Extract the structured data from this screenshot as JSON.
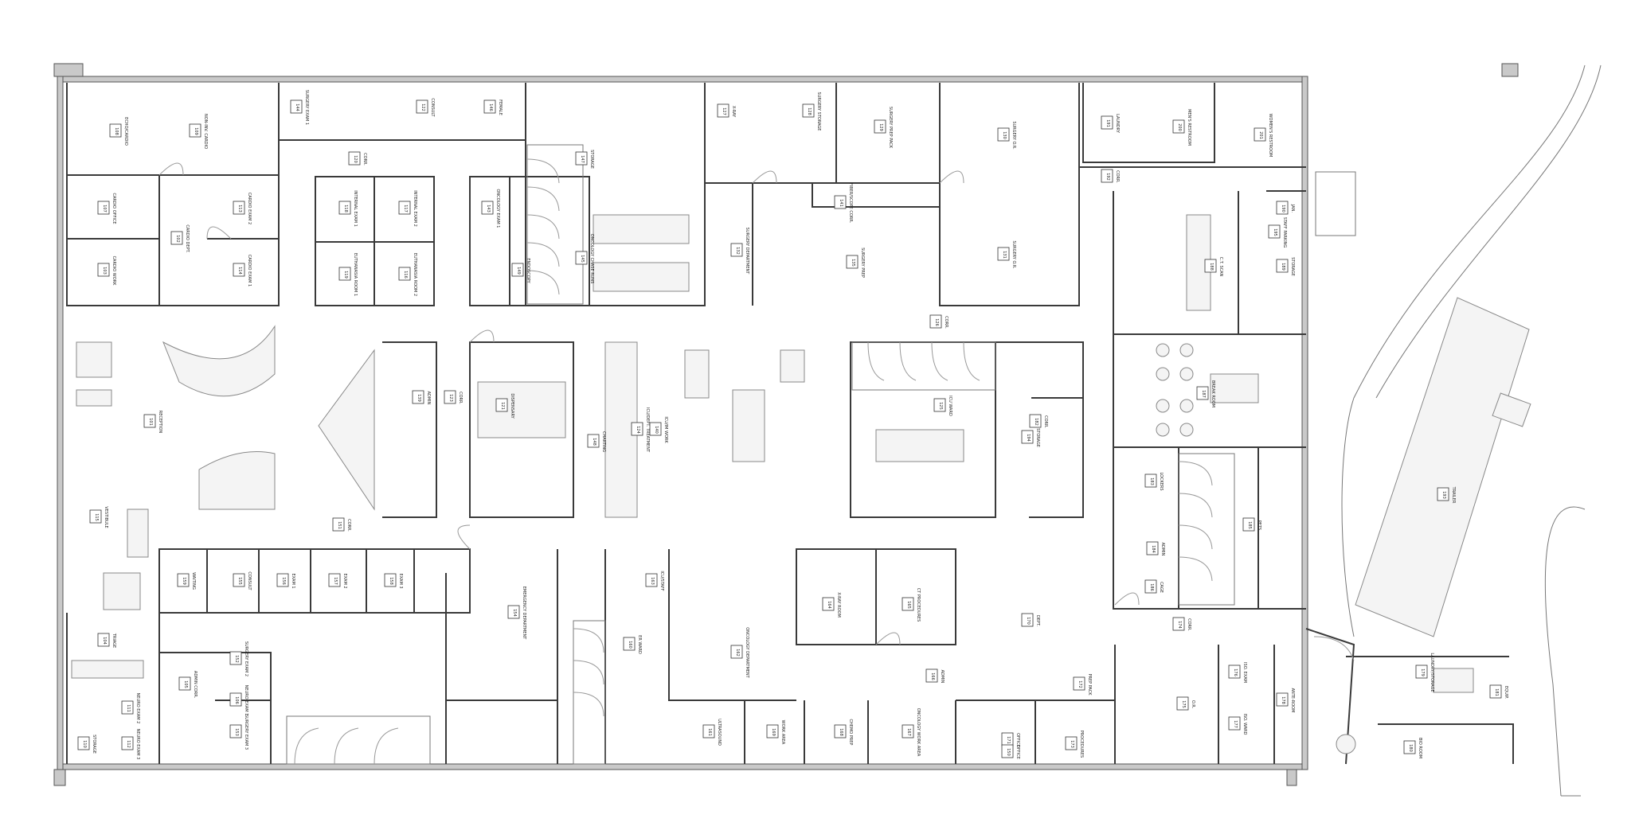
{
  "drawing": {
    "colors": {
      "wall": "#3a3a3a",
      "exterior_band": "#c9c9c9",
      "furniture": "#f4f4f4"
    }
  },
  "rooms": [
    {
      "id": "r1",
      "number": "108",
      "name": "ECHO/CARDIO"
    },
    {
      "id": "r2",
      "number": "109",
      "name": "NON-INV. CARDIO"
    },
    {
      "id": "r3",
      "number": "144",
      "name": "SURGERY EXAM 1"
    },
    {
      "id": "r4",
      "number": "113",
      "name": "CARDIO EXAM 2"
    },
    {
      "id": "r5",
      "number": "114",
      "name": "CARDIO EXAM 1"
    },
    {
      "id": "r6",
      "number": "107",
      "name": "CARDIO OFFICE"
    },
    {
      "id": "r7",
      "number": "102",
      "name": "CARDIO DEPT."
    },
    {
      "id": "r8",
      "number": "103",
      "name": "CARDIO WORK"
    },
    {
      "id": "r9",
      "number": "101",
      "name": "RECEPTION"
    },
    {
      "id": "r10",
      "number": "120",
      "name": "CORR."
    },
    {
      "id": "r11",
      "number": "118",
      "name": "INTERNAL EXAM 1"
    },
    {
      "id": "r12",
      "number": "117",
      "name": "INTERNAL EXAM 2"
    },
    {
      "id": "r13",
      "number": "119",
      "name": "EUTHANASIA ROOM 1"
    },
    {
      "id": "r14",
      "number": "116",
      "name": "EUTHANASIA ROOM 2"
    },
    {
      "id": "r15",
      "number": "122",
      "name": "CONSULT"
    },
    {
      "id": "r16",
      "number": "146",
      "name": "FEMALE"
    },
    {
      "id": "r17",
      "number": "123",
      "name": "CORR."
    },
    {
      "id": "r18",
      "number": "121",
      "name": "DISPENSARY"
    },
    {
      "id": "r19",
      "number": "124",
      "name": "ICU/DEPT. TREATMENT"
    },
    {
      "id": "r20",
      "number": "125",
      "name": "ICU WARD"
    },
    {
      "id": "r21",
      "number": "126",
      "name": "CORR."
    },
    {
      "id": "r22",
      "number": "127",
      "name": "X-RAY"
    },
    {
      "id": "r23",
      "number": "128",
      "name": "SURGERY STORAGE"
    },
    {
      "id": "r24",
      "number": "129",
      "name": "SURGERY PREP PACK"
    },
    {
      "id": "r25",
      "number": "130",
      "name": "SURGERY O.R."
    },
    {
      "id": "r26",
      "number": "131",
      "name": "SURGERY O.R."
    },
    {
      "id": "r27",
      "number": "132",
      "name": "SURGERY DEPARTMENT"
    },
    {
      "id": "r28",
      "number": "135",
      "name": "SURGERY PREP"
    },
    {
      "id": "r29",
      "number": "141",
      "name": "FIBER/SCOPE CORR."
    },
    {
      "id": "r30",
      "number": "143",
      "name": "ONCOLOGY EXAM 1"
    },
    {
      "id": "r31",
      "number": "145",
      "name": "ONCOLOGY CHASE RUNS"
    },
    {
      "id": "r32",
      "number": "147",
      "name": "STORAGE"
    },
    {
      "id": "r33",
      "number": "151",
      "name": "CORR."
    },
    {
      "id": "r34",
      "number": "152",
      "name": "SURGERY EXAM 2"
    },
    {
      "id": "r35",
      "number": "153",
      "name": "SURGERY EXAM 3"
    },
    {
      "id": "r36",
      "number": "154",
      "name": "EMERGENCY DEPARTMENT"
    },
    {
      "id": "r37",
      "number": "155",
      "name": "CONSULT"
    },
    {
      "id": "r38",
      "number": "156",
      "name": "EXAM 1"
    },
    {
      "id": "r39",
      "number": "157",
      "name": "EXAM 2"
    },
    {
      "id": "r40",
      "number": "158",
      "name": "EXAM 3"
    },
    {
      "id": "r41",
      "number": "159",
      "name": "WAITING"
    },
    {
      "id": "r42",
      "number": "160",
      "name": "ER WARD"
    },
    {
      "id": "r43",
      "number": "161",
      "name": "ULTRASOUND"
    },
    {
      "id": "r44",
      "number": "162",
      "name": "ONCOLOGY DEPARTMENT"
    },
    {
      "id": "r45",
      "number": "163",
      "name": "ICU/STAFF"
    },
    {
      "id": "r46",
      "number": "164",
      "name": "X-RAY ROOM"
    },
    {
      "id": "r47",
      "number": "165",
      "name": "CT PROCEDURES"
    },
    {
      "id": "r48",
      "number": "166",
      "name": "ADMIN"
    },
    {
      "id": "r49",
      "number": "167",
      "name": "ONCOLOGY WORK AREA"
    },
    {
      "id": "r50",
      "number": "168",
      "name": "CHEMO PREP"
    },
    {
      "id": "r51",
      "number": "169",
      "name": "WORK AREA"
    },
    {
      "id": "r52",
      "number": "170",
      "name": "DEPT."
    },
    {
      "id": "r53",
      "number": "171",
      "name": "OFFICE"
    },
    {
      "id": "r54",
      "number": "172",
      "name": "PREP PACK"
    },
    {
      "id": "r55",
      "number": "173",
      "name": "PROCEDURES"
    },
    {
      "id": "r56",
      "number": "174",
      "name": "CORR."
    },
    {
      "id": "r57",
      "number": "175",
      "name": "O.R."
    },
    {
      "id": "r58",
      "number": "176",
      "name": "ISO. EXAM"
    },
    {
      "id": "r59",
      "number": "177",
      "name": "ISO. WARD"
    },
    {
      "id": "r60",
      "number": "178",
      "name": "ANTE-ROOM"
    },
    {
      "id": "r61",
      "number": "179",
      "name": "LAUNDRY/STORAGE"
    },
    {
      "id": "r62",
      "number": "180",
      "name": "BIO ROOM"
    },
    {
      "id": "r63",
      "number": "181",
      "name": "EQUIP."
    },
    {
      "id": "r64",
      "number": "182",
      "name": "CORR."
    },
    {
      "id": "r65",
      "number": "183",
      "name": "LOCKERS"
    },
    {
      "id": "r66",
      "number": "184",
      "name": "ADMIN"
    },
    {
      "id": "r67",
      "number": "185",
      "name": "PETS"
    },
    {
      "id": "r68",
      "number": "186",
      "name": "CAGE"
    },
    {
      "id": "r69",
      "number": "187",
      "name": "BREAK ROOM"
    },
    {
      "id": "r70",
      "number": "188",
      "name": "C.T. SCAN"
    },
    {
      "id": "r71",
      "number": "189",
      "name": "STORAGE"
    },
    {
      "id": "r72",
      "number": "190",
      "name": "JAN."
    },
    {
      "id": "r73",
      "number": "191",
      "name": "LAUNDRY"
    },
    {
      "id": "r74",
      "number": "192",
      "name": "CORR."
    },
    {
      "id": "r75",
      "number": "200",
      "name": "MEN'S RESTROOM"
    },
    {
      "id": "r76",
      "number": "201",
      "name": "WOMEN'S RESTROOM"
    },
    {
      "id": "r77",
      "number": "193",
      "name": "TRAILER"
    },
    {
      "id": "r78",
      "number": "194",
      "name": "STORAGE"
    },
    {
      "id": "r79",
      "number": "195",
      "name": "STAFF PARKING"
    },
    {
      "id": "r80",
      "number": "110",
      "name": "STORAGE"
    },
    {
      "id": "r81",
      "number": "111",
      "name": "NEURO EXAM 2"
    },
    {
      "id": "r82",
      "number": "112",
      "name": "NEURO EXAM 3"
    },
    {
      "id": "r83",
      "number": "115",
      "name": "VESTIBULE"
    },
    {
      "id": "r84",
      "number": "104",
      "name": "TRIAGE"
    },
    {
      "id": "r85",
      "number": "105",
      "name": "ADMIN CORR."
    },
    {
      "id": "r86",
      "number": "106",
      "name": "NEURO EXAM 1"
    },
    {
      "id": "r87",
      "number": "139",
      "name": "ADMIN"
    },
    {
      "id": "r88",
      "number": "140",
      "name": "ICU/IM WORK"
    },
    {
      "id": "r89",
      "number": "148",
      "name": "CHARTING"
    },
    {
      "id": "r90",
      "number": "149",
      "name": "ENDOSCOPY"
    },
    {
      "id": "r91",
      "number": "150",
      "name": "OFFICE"
    }
  ]
}
